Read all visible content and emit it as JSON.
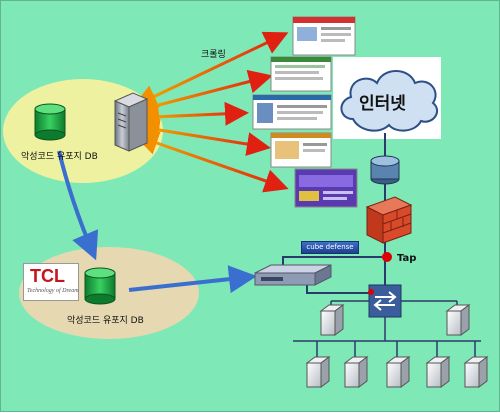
{
  "labels": {
    "crawling": "크롤링",
    "internet": "인터넷",
    "db_top": "악성코드 유포지 DB",
    "db_bottom": "악성코드 유포지 DB",
    "tap": "Tap",
    "cube": "cube defense"
  },
  "logo": {
    "mark": "TCL",
    "tagline": "Technology of Dream"
  },
  "colors": {
    "background": "#7ee8b6",
    "ellipse_top": "#eef2a0",
    "ellipse_bottom": "#e6d9b2",
    "db_green": "#22b04a",
    "arrow_blue": "#3a6fd0",
    "arrow_red": "#e03010",
    "firewall": "#d84a2a",
    "tap_dot": "#e00000"
  },
  "icons": [
    "database-icon",
    "server-tower-icon",
    "cloud-icon",
    "router-icon",
    "firewall-icon",
    "switch-icon",
    "appliance-icon",
    "pc-icon",
    "webpage-thumbnail-icon"
  ]
}
